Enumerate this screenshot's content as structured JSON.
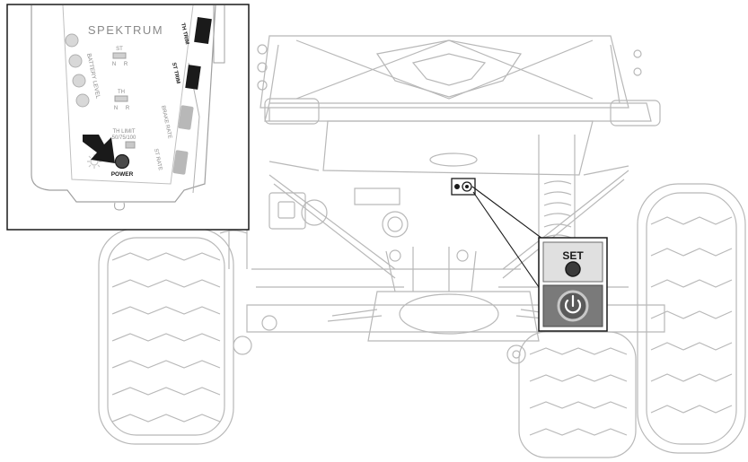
{
  "transmitter": {
    "brand": "SPEKTRUM",
    "battery_level_label": "BATTERY LEVEL",
    "st_label": "ST",
    "th_label": "TH",
    "normal_label": "N",
    "reverse_label": "R",
    "th_trim_label": "TH TRIM",
    "st_trim_label": "ST TRIM",
    "brake_rate_label": "BRAKE RATE",
    "th_limit_label": "TH LIMIT",
    "th_limit_values": "50/75/100",
    "st_rate_label": "ST RATE",
    "power_label": "POWER"
  },
  "receiver": {
    "set_label": "SET"
  },
  "colors": {
    "line": "#b4b4b4",
    "dark": "#1a1a1a",
    "panel_grey": "#808080",
    "power_ring": "#9a9a9a"
  }
}
